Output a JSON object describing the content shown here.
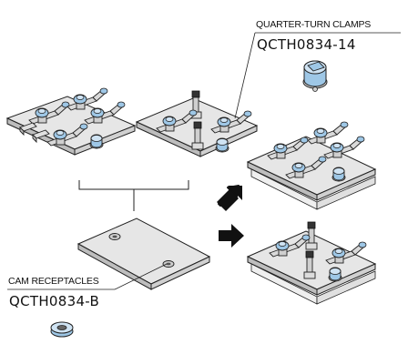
{
  "labels": {
    "clamps_title": "QUARTER-TURN CLAMPS",
    "clamps_part": "QCTH0834-14",
    "receptacles_title": "CAM RECEPTACLES",
    "receptacles_part": "QCTH0834-B"
  },
  "colors": {
    "plate_top": "#e6e6e6",
    "plate_side": "#bdbdbd",
    "part_blue": "#9ec7e6",
    "ink": "#222222",
    "arrow": "#111111"
  },
  "icons": {
    "arrow_up_right": "arrow-up-right-icon",
    "arrow_right": "arrow-right-icon"
  }
}
